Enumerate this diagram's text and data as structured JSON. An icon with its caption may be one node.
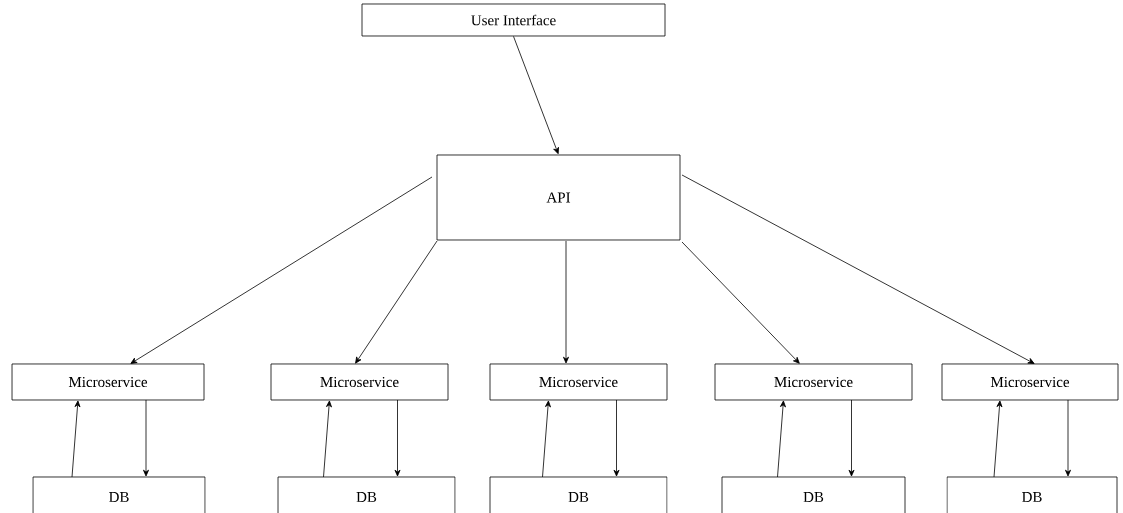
{
  "diagram": {
    "nodes": [
      {
        "text": [
          "User Interface"
        ]
      },
      {
        "text": [
          "API"
        ]
      },
      {
        "text": [
          "Microservice"
        ]
      },
      {
        "text": [
          "Microservice"
        ]
      },
      {
        "text": [
          "Microservice"
        ]
      },
      {
        "text": [
          "Microservice"
        ]
      },
      {
        "text": [
          "Microservice"
        ]
      },
      {
        "text": [
          "DB"
        ]
      },
      {
        "text": [
          "DB"
        ]
      },
      {
        "text": [
          "DB"
        ]
      },
      {
        "text": [
          "DB"
        ]
      },
      {
        "text": [
          "DB"
        ]
      }
    ],
    "edges": [
      {
        "from": 0,
        "to": 1,
        "arrow": "to"
      },
      {
        "from": 1,
        "to": 2,
        "arrow": "to"
      },
      {
        "from": 1,
        "to": 3,
        "arrow": "to"
      },
      {
        "from": 1,
        "to": 4,
        "arrow": "to"
      },
      {
        "from": 1,
        "to": 5,
        "arrow": "to"
      },
      {
        "from": 1,
        "to": 6,
        "arrow": "to"
      },
      {
        "from": 2,
        "to": 7,
        "arrow": "to"
      },
      {
        "from": 7,
        "to": 2,
        "arrow": "to"
      },
      {
        "from": 3,
        "to": 8,
        "arrow": "to"
      },
      {
        "from": 8,
        "to": 3,
        "arrow": "to"
      },
      {
        "from": 4,
        "to": 9,
        "arrow": "to"
      },
      {
        "from": 9,
        "to": 4,
        "arrow": "to"
      },
      {
        "from": 5,
        "to": 10,
        "arrow": "to"
      },
      {
        "from": 10,
        "to": 5,
        "arrow": "to"
      },
      {
        "from": 6,
        "to": 11,
        "arrow": "to"
      },
      {
        "from": 11,
        "to": 6,
        "arrow": "to"
      }
    ]
  }
}
